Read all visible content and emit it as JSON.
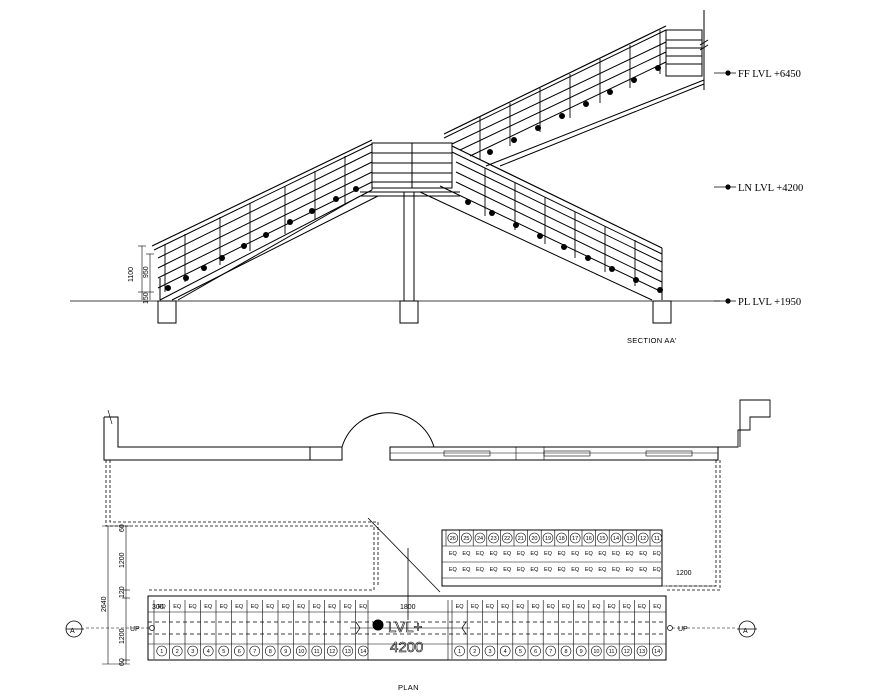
{
  "section": {
    "caption": "SECTION AA'",
    "levels": [
      {
        "label": "FF LVL +6450"
      },
      {
        "label": "LN LVL +4200"
      },
      {
        "label": "PL LVL +1950"
      }
    ],
    "dims": {
      "d1100": "1100",
      "d950": "950",
      "d150": "150"
    }
  },
  "plan": {
    "caption": "PLAN",
    "section_marker": "A",
    "up_label": "UP",
    "eq_label": "EQ",
    "landing_label": "LVL+",
    "landing_value": "4200",
    "dims": {
      "d2640": "2640",
      "d1200a": "1200",
      "d1200b": "1200",
      "d120": "120",
      "d60a": "60",
      "d60b": "60",
      "d300": "300",
      "d1800": "1800",
      "d1200c": "1200"
    },
    "lower_flight_treads": [
      "1",
      "2",
      "3",
      "4",
      "5",
      "6",
      "7",
      "8",
      "9",
      "10",
      "11",
      "12",
      "13",
      "14"
    ],
    "right_lower_treads": [
      "1",
      "2",
      "3",
      "4",
      "5",
      "6",
      "7",
      "8",
      "9",
      "10",
      "11",
      "12",
      "13",
      "14"
    ],
    "upper_flight_treads": [
      "26",
      "25",
      "24",
      "23",
      "22",
      "21",
      "20",
      "19",
      "18",
      "17",
      "16",
      "15",
      "14",
      "13",
      "12",
      "11"
    ]
  }
}
